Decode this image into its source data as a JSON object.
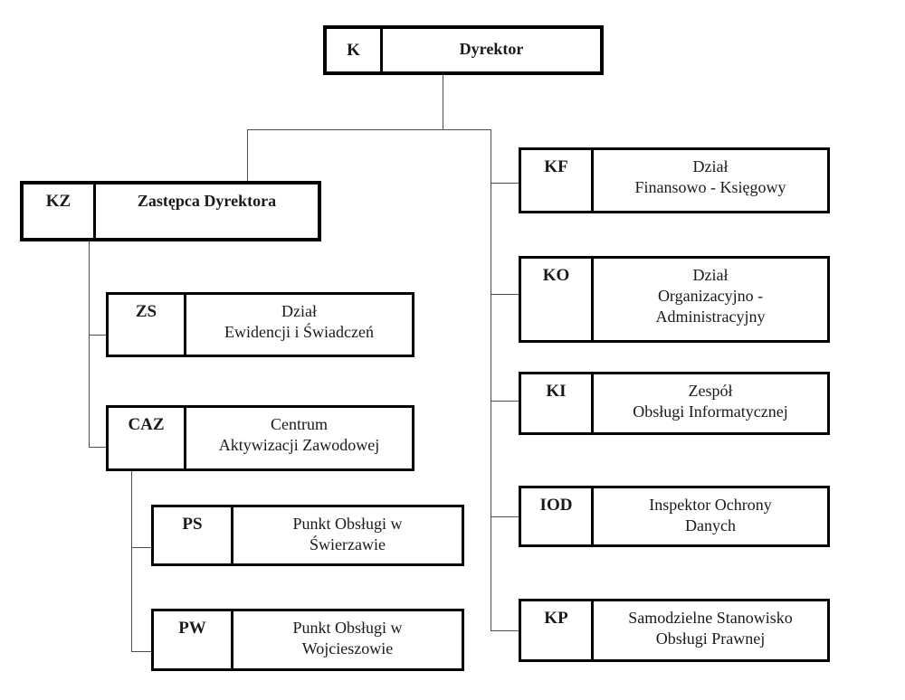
{
  "diagram": {
    "type": "org-chart",
    "language": "pl",
    "appearance": {
      "background": "#ffffff",
      "box_border_color": "#000000",
      "connector_color": "#4d4d4d",
      "text_color": "#1a1a1a"
    },
    "nodes": {
      "k": {
        "code": "K",
        "label": "Dyrektor"
      },
      "kz": {
        "code": "KZ",
        "label": "Zastępca Dyrektora"
      },
      "zs": {
        "code": "ZS",
        "label": "Dział\nEwidencji i Świadczeń"
      },
      "caz": {
        "code": "CAZ",
        "label": "Centrum\nAktywizacji Zawodowej"
      },
      "ps": {
        "code": "PS",
        "label": "Punkt Obsługi w\nŚwierzawie"
      },
      "pw": {
        "code": "PW",
        "label": "Punkt Obsługi w\nWojcieszowie"
      },
      "kf": {
        "code": "KF",
        "label": "Dział\nFinansowo - Księgowy"
      },
      "ko": {
        "code": "KO",
        "label": "Dział\nOrganizacyjno -\nAdministracyjny"
      },
      "ki": {
        "code": "KI",
        "label": "Zespół\nObsługi Informatycznej"
      },
      "iod": {
        "code": "IOD",
        "label": "Inspektor Ochrony\nDanych"
      },
      "kp": {
        "code": "KP",
        "label": "Samodzielne Stanowisko\nObsługi Prawnej"
      }
    },
    "hierarchy": {
      "root": "k",
      "children_of_k": [
        "kz",
        "kf",
        "ko",
        "ki",
        "iod",
        "kp"
      ],
      "children_of_kz": [
        "zs",
        "caz"
      ],
      "children_of_caz": [
        "ps",
        "pw"
      ]
    }
  }
}
